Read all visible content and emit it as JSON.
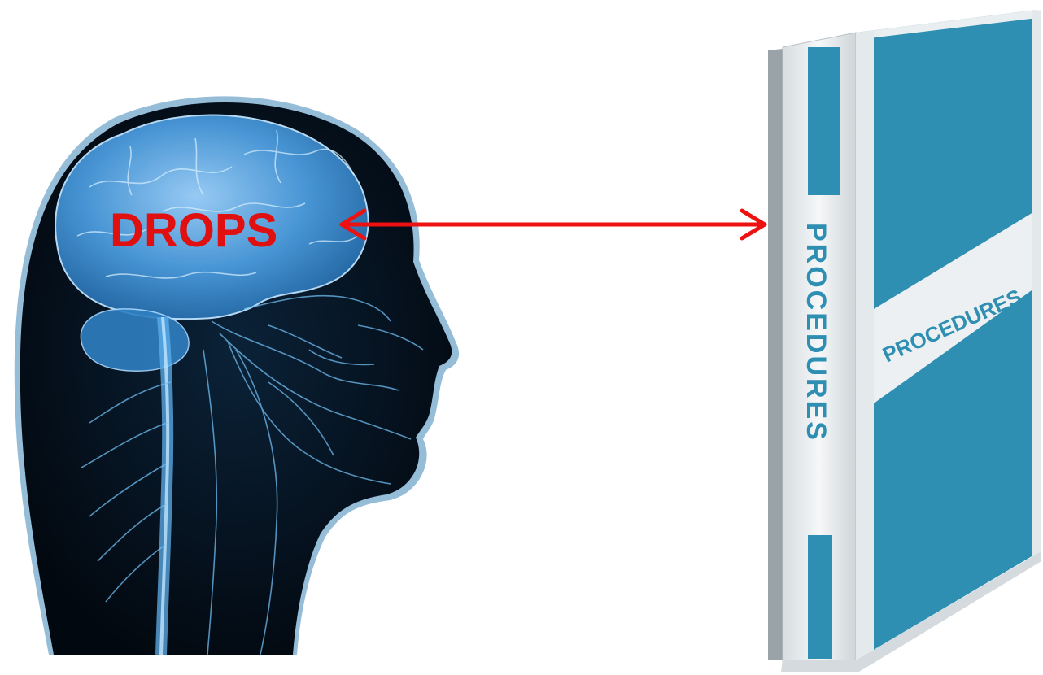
{
  "brain_label": "DROPS",
  "binder": {
    "spine_label": "PROCEDURES",
    "cover_label": "PROCEDURES"
  },
  "colors": {
    "arrow": "#ee1111",
    "label": "#e01010",
    "binder_blue": "#2f8fb3",
    "binder_white": "#ecf0f2",
    "head_dark": "#04101c",
    "brain_blue": "#3a8fd0"
  }
}
